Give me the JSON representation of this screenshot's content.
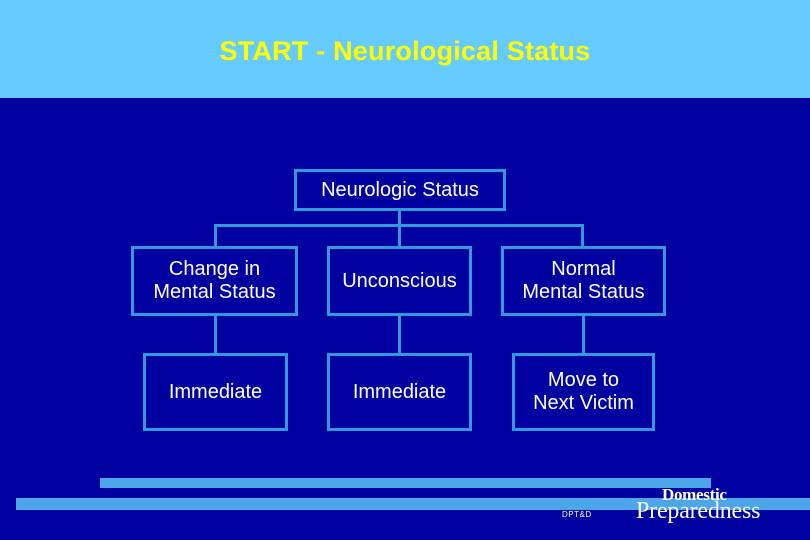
{
  "slide": {
    "title": "START - Neurological Status",
    "title_color": "#FFFF00",
    "band_color": "#66CCFF",
    "background_color": "#0000A0",
    "node_border_color": "#3399DD"
  },
  "flowchart": {
    "root": {
      "label": "Neurologic Status"
    },
    "assessments": [
      {
        "label": "Change in\nMental Status"
      },
      {
        "label": "Unconscious"
      },
      {
        "label": "Normal\nMental Status"
      }
    ],
    "actions": [
      {
        "label": "Immediate"
      },
      {
        "label": "Immediate"
      },
      {
        "label": "Move to\nNext Victim"
      }
    ]
  },
  "footer": {
    "logo_primary": "Domestic",
    "logo_secondary": "Preparedness",
    "logo_mark": "DPT&D"
  }
}
